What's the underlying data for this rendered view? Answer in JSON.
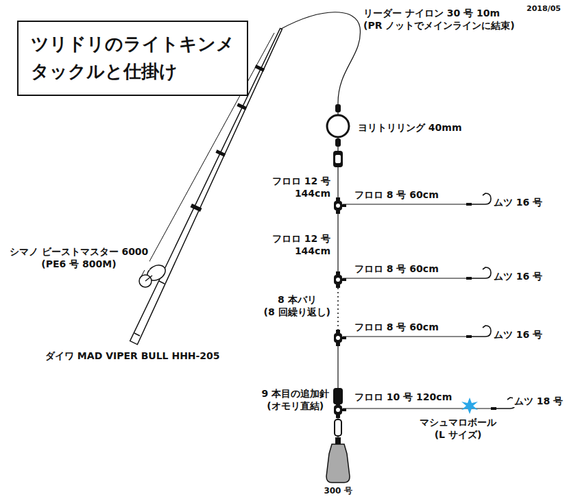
{
  "diagram": {
    "title": "ツリドリのライトキンメ タックルと仕掛け",
    "labels": [
      "2018/05",
      "リーダー ナイロン 30 号 10m (PR ノットでメインラインに結束)",
      "ヨリトリリング 40mm",
      "フロロ 12 号 144cm",
      "フロロ 8 号 60cm",
      "ムツ 16 号",
      "フロロ 12 号 144cm",
      "フロロ 8 号 60cm",
      "ムツ 16 号",
      "8 本バリ (8 回繰り返し)",
      "フロロ 8 号 60cm",
      "ムツ 16 号",
      "9 本目の追加針 (オモリ直結)",
      "フロロ 10 号 120cm",
      "マシュマロボール (L サイズ)",
      "ムツ 18 号",
      "300 号",
      "シマノ ビーストマスター 6000 (PE6 号 800M)",
      "ダイワ MAD VIPER BULL HHH-205"
    ]
  }
}
